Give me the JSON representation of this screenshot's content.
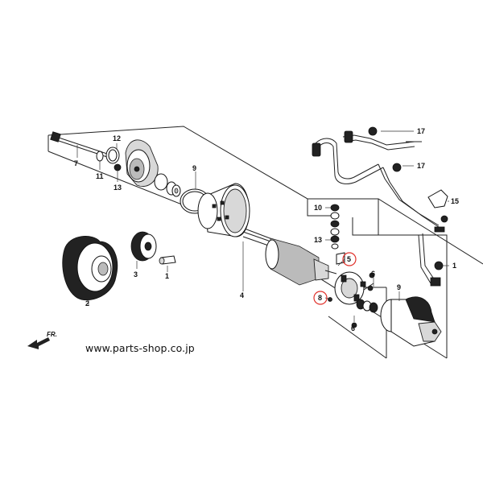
{
  "website_text": "www.parts-shop.co.jp",
  "direction_label": "FR.",
  "callouts": {
    "p1": "1",
    "p2": "2",
    "p3": "3",
    "p4": "4",
    "p5": "5",
    "p6a": "6",
    "p6b": "6",
    "p7": "7",
    "p8": "8",
    "p9a": "9",
    "p9b": "9",
    "p10": "10",
    "p11": "11",
    "p12": "12",
    "p13a": "13",
    "p13b": "13",
    "p15": "15",
    "p17a": "17",
    "p17b": "17",
    "p1b": "1"
  },
  "highlight_color": "#e0302a"
}
